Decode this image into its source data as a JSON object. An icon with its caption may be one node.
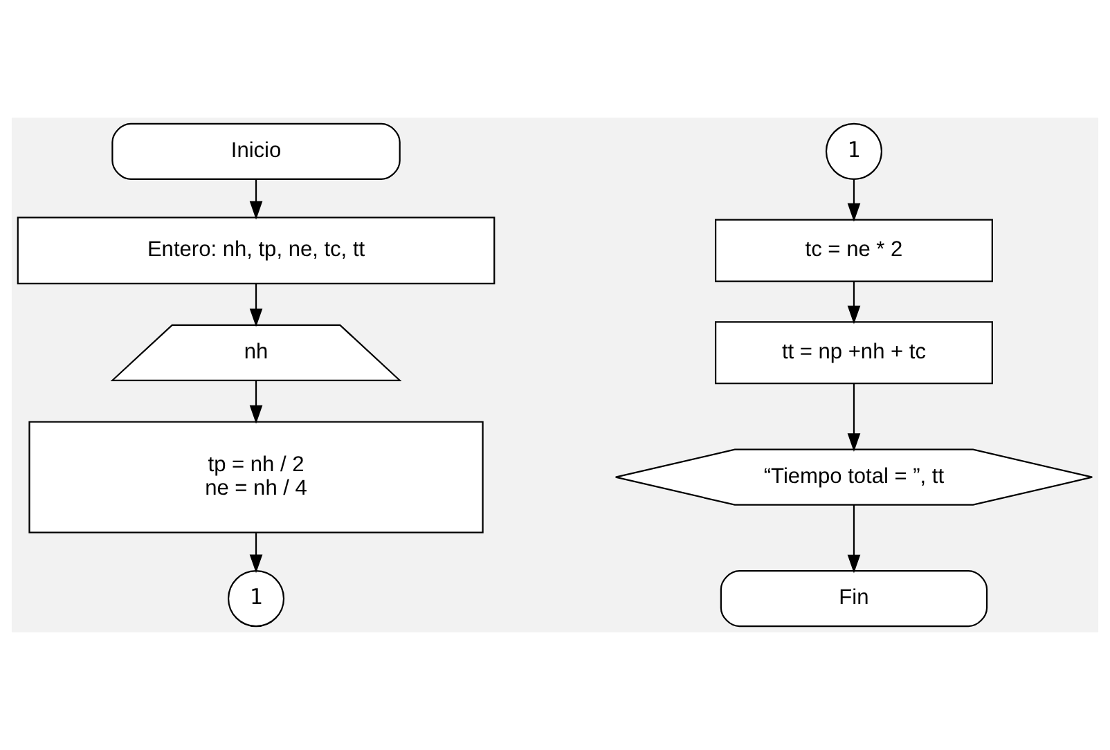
{
  "diagram": {
    "nodes": [
      {
        "text": [
          "Inicio"
        ]
      },
      {
        "text": [
          "Entero: nh, tp, ne, tc, tt"
        ]
      },
      {
        "text": [
          "nh"
        ]
      },
      {
        "text": [
          "tp = nh / 2",
          "ne = nh / 4"
        ]
      },
      {
        "text": [
          "1"
        ]
      },
      {
        "text": [
          "1"
        ]
      },
      {
        "text": [
          "tc = ne * 2"
        ]
      },
      {
        "text": [
          "tt = np +nh + tc"
        ]
      },
      {
        "text": [
          "“Tiempo total = ”, tt"
        ]
      },
      {
        "text": [
          "Fin"
        ]
      }
    ],
    "edges": [
      {
        "from": 0,
        "to": 1,
        "arrow": "to"
      },
      {
        "from": 1,
        "to": 2,
        "arrow": "to"
      },
      {
        "from": 2,
        "to": 3,
        "arrow": "to"
      },
      {
        "from": 3,
        "to": 4,
        "arrow": "to"
      },
      {
        "from": 5,
        "to": 6,
        "arrow": "to"
      },
      {
        "from": 6,
        "to": 7,
        "arrow": "to"
      },
      {
        "from": 7,
        "to": 8,
        "arrow": "to"
      },
      {
        "from": 8,
        "to": 9,
        "arrow": "to"
      }
    ]
  }
}
